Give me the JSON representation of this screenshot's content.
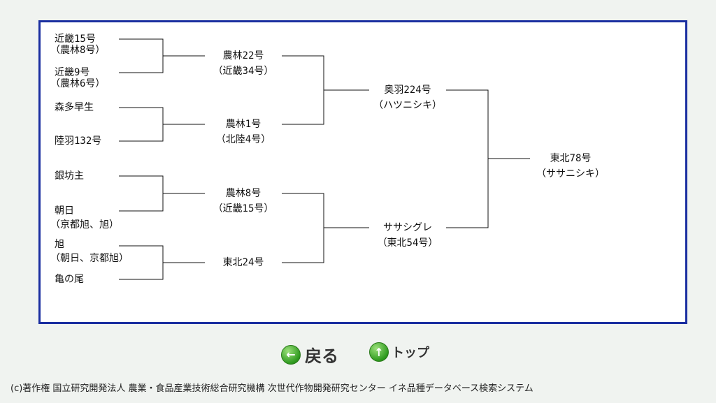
{
  "pedigree": {
    "g4": [
      {
        "line1": "近畿15号",
        "line2": "（農林8号）"
      },
      {
        "line1": "近畿9号",
        "line2": "（農林6号）"
      },
      {
        "line1": "森多早生",
        "line2": ""
      },
      {
        "line1": "陸羽132号",
        "line2": ""
      },
      {
        "line1": "銀坊主",
        "line2": ""
      },
      {
        "line1": "朝日",
        "line2": "（京都旭、旭）"
      },
      {
        "line1": "旭",
        "line2": "（朝日、京都旭）"
      },
      {
        "line1": "亀の尾",
        "line2": ""
      }
    ],
    "g3": [
      {
        "line1": "農林22号",
        "line2": "（近畿34号）"
      },
      {
        "line1": "農林1号",
        "line2": "（北陸4号）"
      },
      {
        "line1": "農林8号",
        "line2": "（近畿15号）"
      },
      {
        "line1": "東北24号",
        "line2": ""
      }
    ],
    "g2": [
      {
        "line1": "奥羽224号",
        "line2": "（ハツニシキ）"
      },
      {
        "line1": "ササシグレ",
        "line2": "（東北54号）"
      }
    ],
    "g1": {
      "line1": "東北78号",
      "line2": "（ササニシキ）"
    }
  },
  "nav": {
    "back_label": "戻る",
    "top_label": "トップ",
    "back_icon": "arrow-left-icon",
    "top_icon": "arrow-up-icon"
  },
  "footer": {
    "copyright": "(c)著作権 国立研究開発法人 農業・食品産業技術総合研究機構 次世代作物開発研究センター イネ品種データベース検索システム"
  },
  "colors": {
    "frame_border": "#1a2ea0",
    "button_green": "#2f9a1f"
  }
}
